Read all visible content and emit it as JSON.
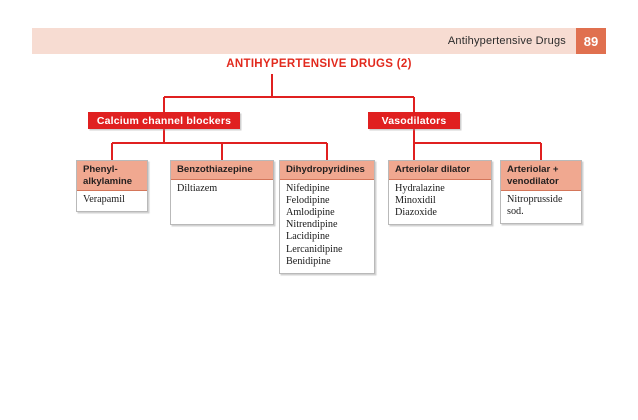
{
  "header": {
    "title": "Antihypertensive Drugs",
    "page_number": "89",
    "bar_color": "#F7DCD2",
    "badge_color": "#E0704F"
  },
  "chart_data": {
    "type": "diagram",
    "title": "ANTIHYPERTENSIVE DRUGS (2)",
    "title_color": "#E22A1E",
    "category_box_color": "#E02020",
    "leaf_header_color": "#F0A890",
    "connector_color": "#E02020",
    "root": "ANTIHYPERTENSIVE DRUGS (2)",
    "categories": [
      {
        "label": "Calcium channel blockers",
        "children": [
          {
            "label": "Phenyl-\nalkylamine",
            "items": [
              "Verapamil"
            ]
          },
          {
            "label": "Benzothiazepine",
            "items": [
              "Diltiazem"
            ]
          },
          {
            "label": "Dihydropyridines",
            "items": [
              "Nifedipine",
              "Felodipine",
              "Amlodipine",
              "Nitrendipine",
              "Lacidipine",
              "Lercanidipine",
              "Benidipine"
            ]
          }
        ]
      },
      {
        "label": "Vasodilators",
        "children": [
          {
            "label": "Arteriolar dilator",
            "items": [
              "Hydralazine",
              "Minoxidil",
              "Diazoxide"
            ]
          },
          {
            "label": "Arteriolar +\nvenodilator",
            "items": [
              "Nitroprusside",
              "sod."
            ]
          }
        ]
      }
    ]
  },
  "boxes": {
    "ccb": {
      "label": "Calcium channel blockers"
    },
    "vaso": {
      "label": "Vasodilators"
    },
    "phenyl": {
      "head_line1": "Phenyl-",
      "head_line2": "alkylamine",
      "item1": "Verapamil"
    },
    "benzo": {
      "head": "Benzothiazepine",
      "item1": "Diltiazem"
    },
    "dhp": {
      "head": "Dihydropyridines",
      "item1": "Nifedipine",
      "item2": "Felodipine",
      "item3": "Amlodipine",
      "item4": "Nitrendipine",
      "item5": "Lacidipine",
      "item6": "Lercanidipine",
      "item7": "Benidipine"
    },
    "arteriolar": {
      "head": "Arteriolar dilator",
      "item1": "Hydralazine",
      "item2": "Minoxidil",
      "item3": "Diazoxide"
    },
    "arterioven": {
      "head_line1": "Arteriolar +",
      "head_line2": "venodilator",
      "item1": "Nitroprusside",
      "item2": "sod."
    }
  }
}
